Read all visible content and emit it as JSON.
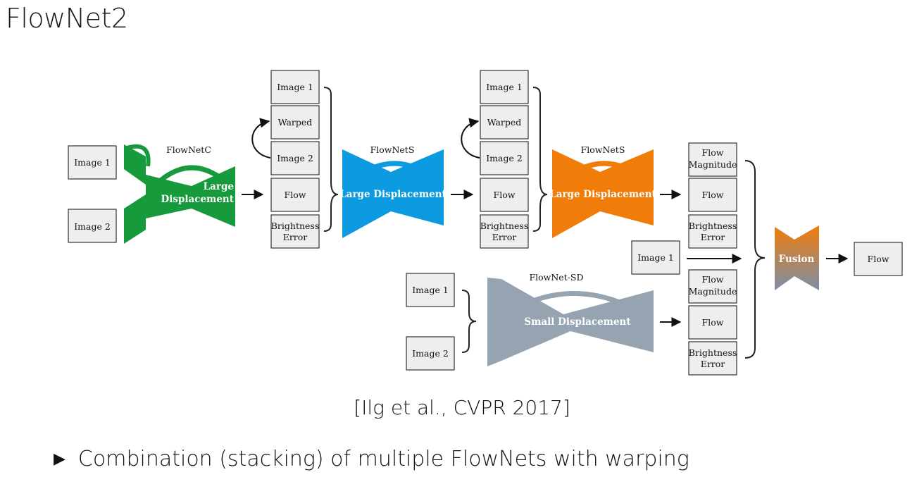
{
  "title": "FlowNet2",
  "citation": "[Ilg et al., CVPR 2017]",
  "bullet": "Combination (stacking) of multiple FlowNets with warping",
  "diagram": {
    "inputs": {
      "image1": "Image 1",
      "image2": "Image 2"
    },
    "flownetc": {
      "name": "FlowNetC",
      "label_line1": "Large",
      "label_line2": "Displacement",
      "color": "#169a3c"
    },
    "stack1": {
      "image1": "Image 1",
      "warped": "Warped",
      "image2": "Image 2",
      "flow": "Flow",
      "brightness_line1": "Brightness",
      "brightness_line2": "Error"
    },
    "flownets1": {
      "name": "FlowNetS",
      "label": "Large Displacement",
      "color": "#0c9ae0"
    },
    "stack2": {
      "image1": "Image 1",
      "warped": "Warped",
      "image2": "Image 2",
      "flow": "Flow",
      "brightness_line1": "Brightness",
      "brightness_line2": "Error"
    },
    "flownets2": {
      "name": "FlowNetS",
      "label": "Large Displacement",
      "color": "#f07c0a"
    },
    "sd_inputs": {
      "image1": "Image 1",
      "image2": "Image 2"
    },
    "flownetsd": {
      "name": "FlowNet-SD",
      "label": "Small Displacement",
      "color": "#95a4b0"
    },
    "out_top": {
      "magnitude_line1": "Flow",
      "magnitude_line2": "Magnitude",
      "flow": "Flow",
      "brightness_line1": "Brightness",
      "brightness_line2": "Error"
    },
    "middle_image": "Image 1",
    "out_bottom": {
      "magnitude_line1": "Flow",
      "magnitude_line2": "Magnitude",
      "flow": "Flow",
      "brightness_line1": "Brightness",
      "brightness_line2": "Error"
    },
    "fusion": {
      "label": "Fusion",
      "color_top": "#f07c0a",
      "color_bottom": "#7b8ea8"
    },
    "final_flow": "Flow"
  }
}
